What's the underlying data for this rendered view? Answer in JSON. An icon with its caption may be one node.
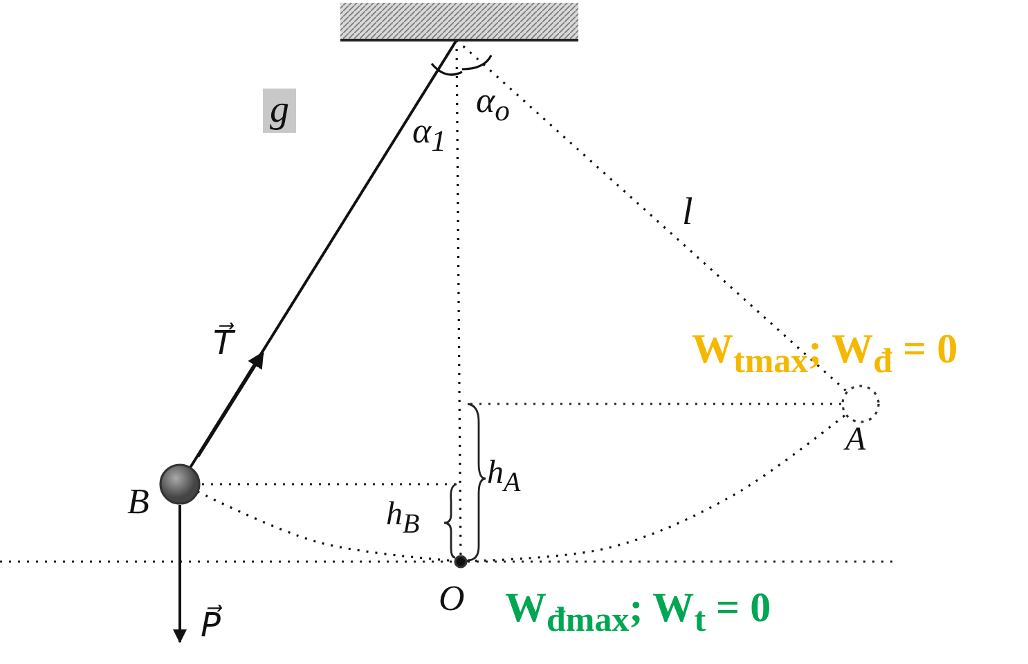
{
  "diagram": {
    "nodes": [
      {
        "text": [],
        "shape": "box"
      },
      {
        "text": [],
        "shape": "circle"
      },
      {
        "text": [],
        "shape": "circle"
      },
      {
        "text": [],
        "shape": "circle"
      }
    ],
    "edges": [
      {
        "from": 0,
        "to": 1,
        "arrow": "none"
      },
      {
        "from": 0,
        "to": 2,
        "arrow": "none",
        "style": "dashed"
      },
      {
        "from": 0,
        "to": 3,
        "arrow": "none",
        "style": "dashed"
      },
      {
        "from": 1,
        "to": 3,
        "arrow": "none",
        "style": "dashed"
      },
      {
        "from": 3,
        "to": 2,
        "arrow": "none",
        "style": "dashed"
      }
    ],
    "labels": [
      "g",
      "α$_{1}$",
      "α$_{o}$",
      "l",
      "T⃗",
      "W$_{tmax}$; W$_{đ}$ = 0",
      "A",
      "B",
      "h$_{B}$",
      "h$_{A}$",
      "O",
      "P⃗",
      "W$_{đmax}$; W$_{t}$ = 0"
    ]
  }
}
